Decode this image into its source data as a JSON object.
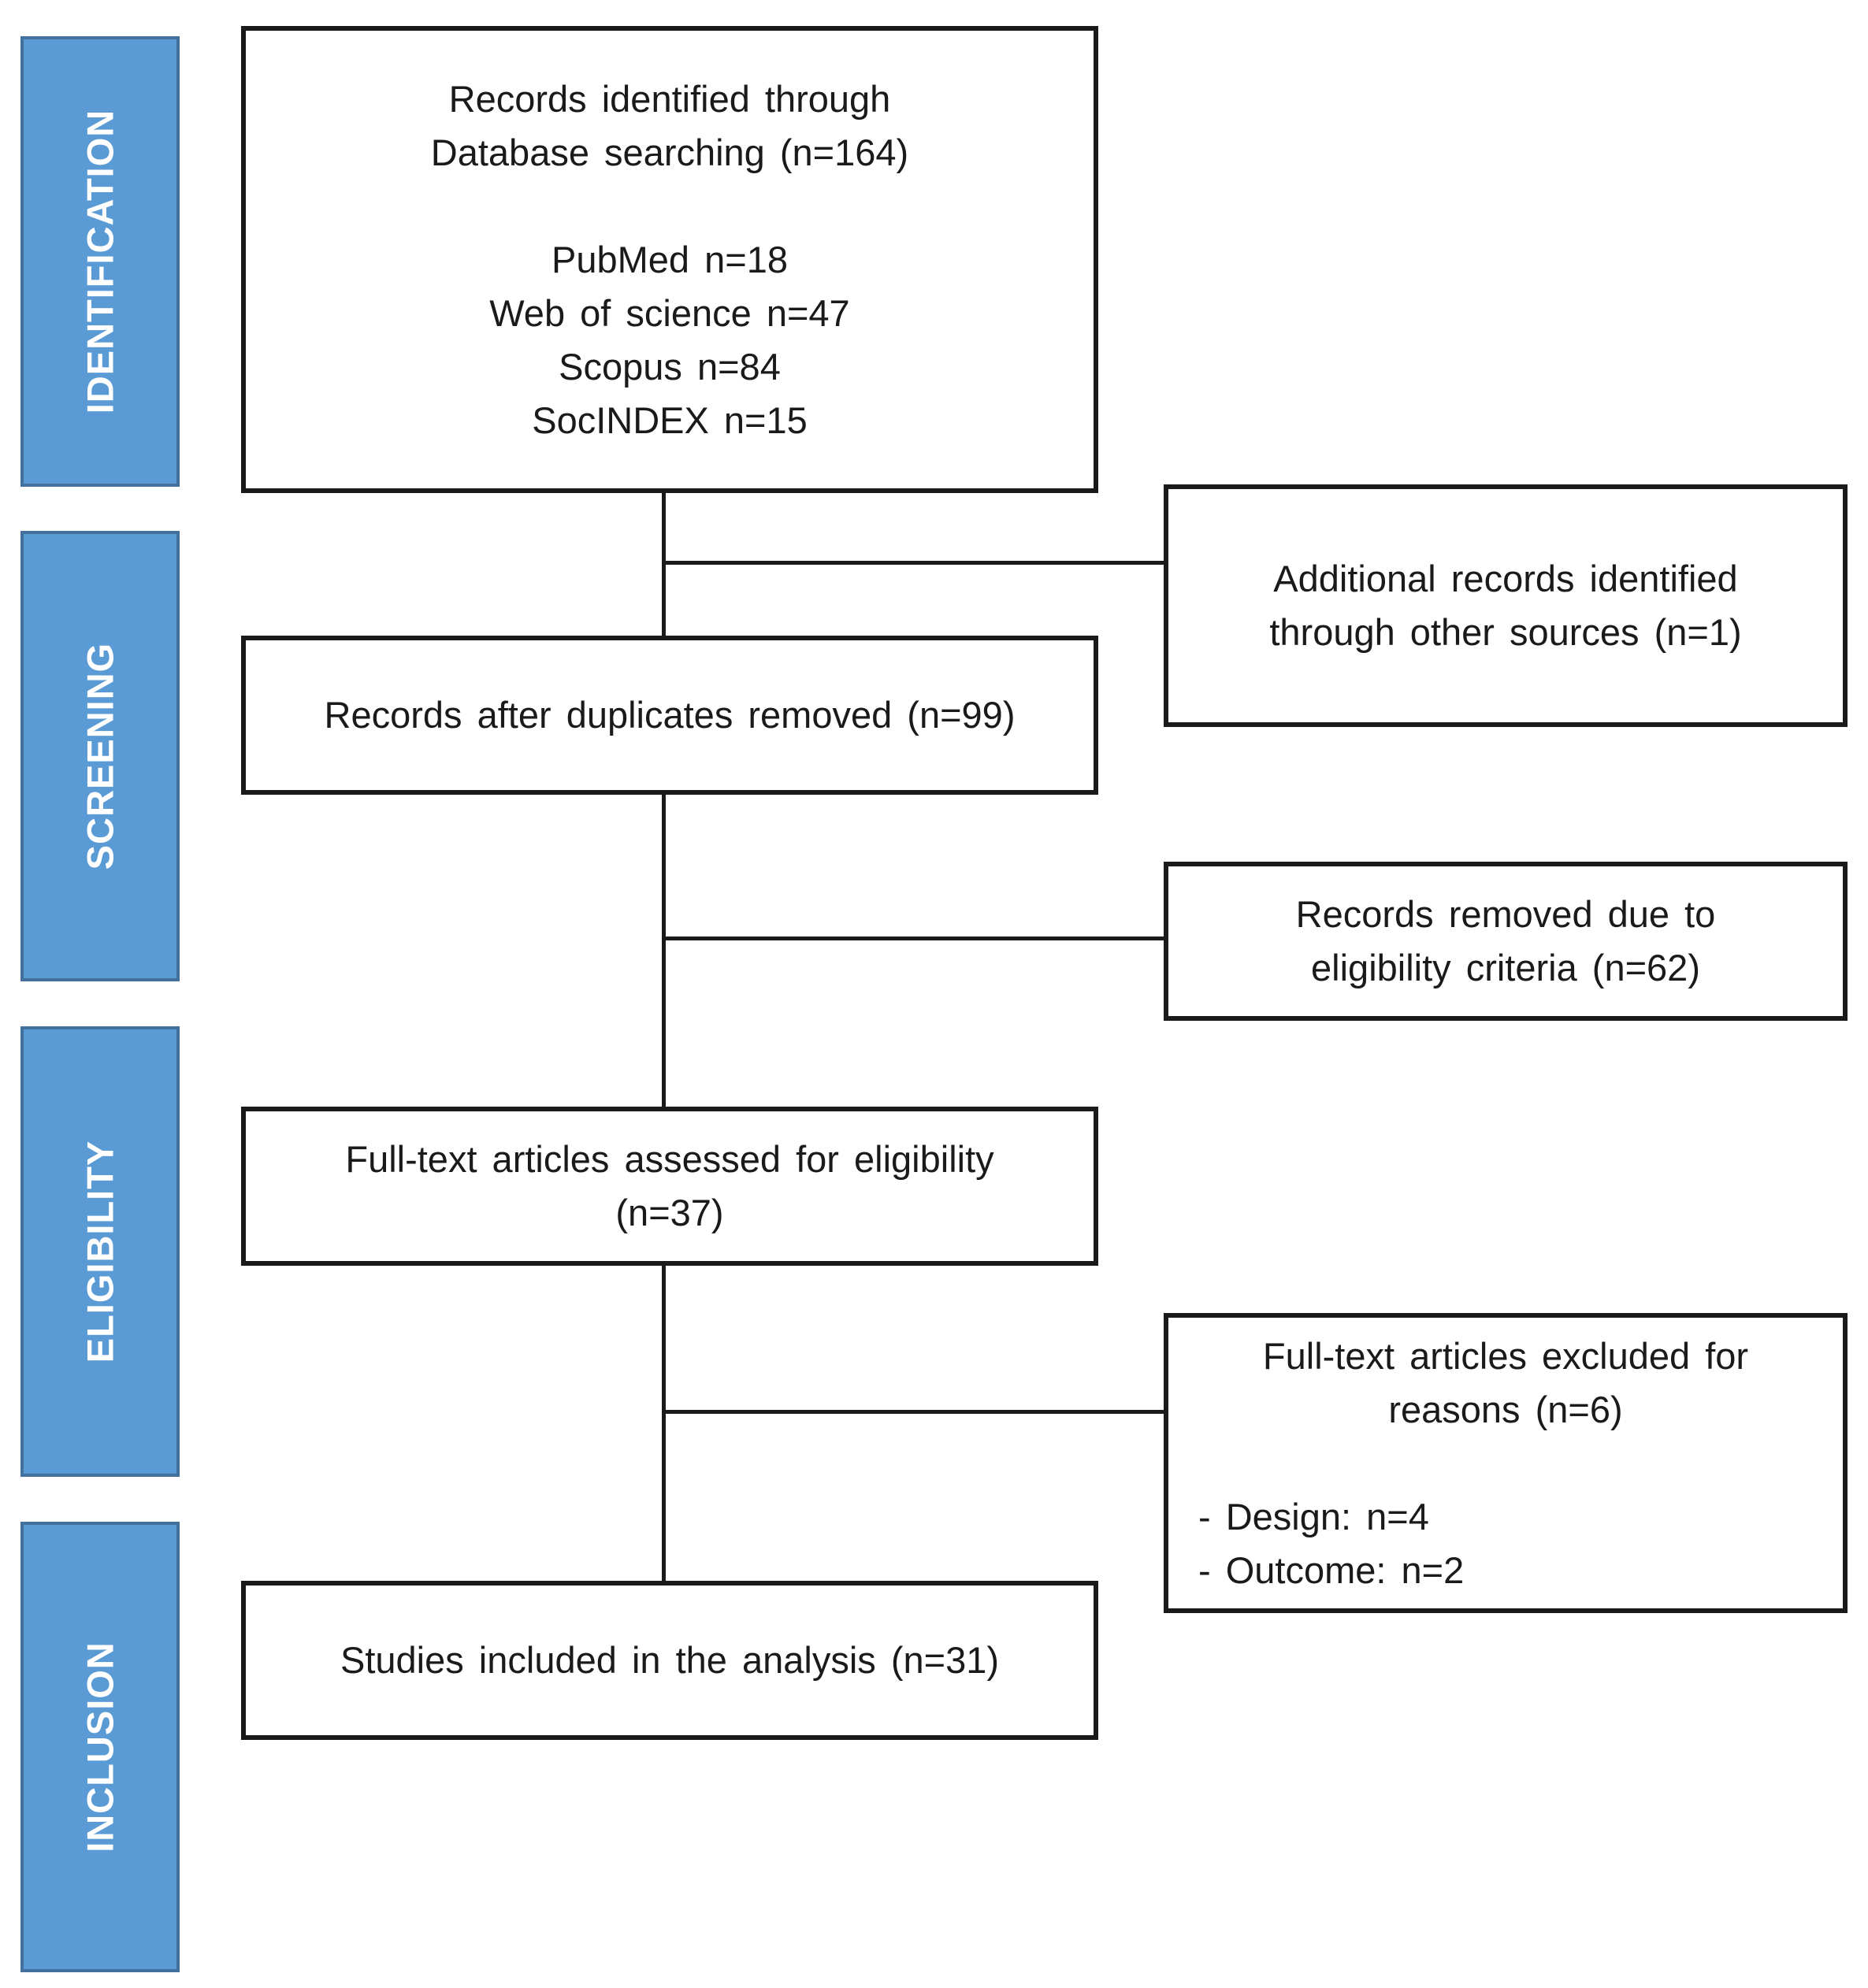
{
  "phases": [
    "IDENTIFICATION",
    "SCREENING",
    "ELIGIBILITY",
    "INCLUSION"
  ],
  "identified": {
    "line1": "Records identified through",
    "line2": "Database searching (n=164)",
    "sources": [
      "PubMed n=18",
      "Web of science n=47",
      "Scopus n=84",
      "SocINDEX n=15"
    ]
  },
  "additional": {
    "line1": "Additional records identified",
    "line2": "through other sources (n=1)"
  },
  "after_duplicates": {
    "line1": "Records after duplicates removed (n=99)"
  },
  "removed": {
    "line1": "Records removed due to",
    "line2": "eligibility criteria (n=62)"
  },
  "assessed": {
    "line1": "Full-text articles assessed for eligibility",
    "line2": "(n=37)"
  },
  "excluded": {
    "line1": "Full-text articles excluded for",
    "line2": "reasons (n=6)",
    "reasons": [
      "- Design: n=4",
      "- Outcome: n=2"
    ]
  },
  "included": {
    "line1": "Studies included in the analysis (n=31)"
  }
}
